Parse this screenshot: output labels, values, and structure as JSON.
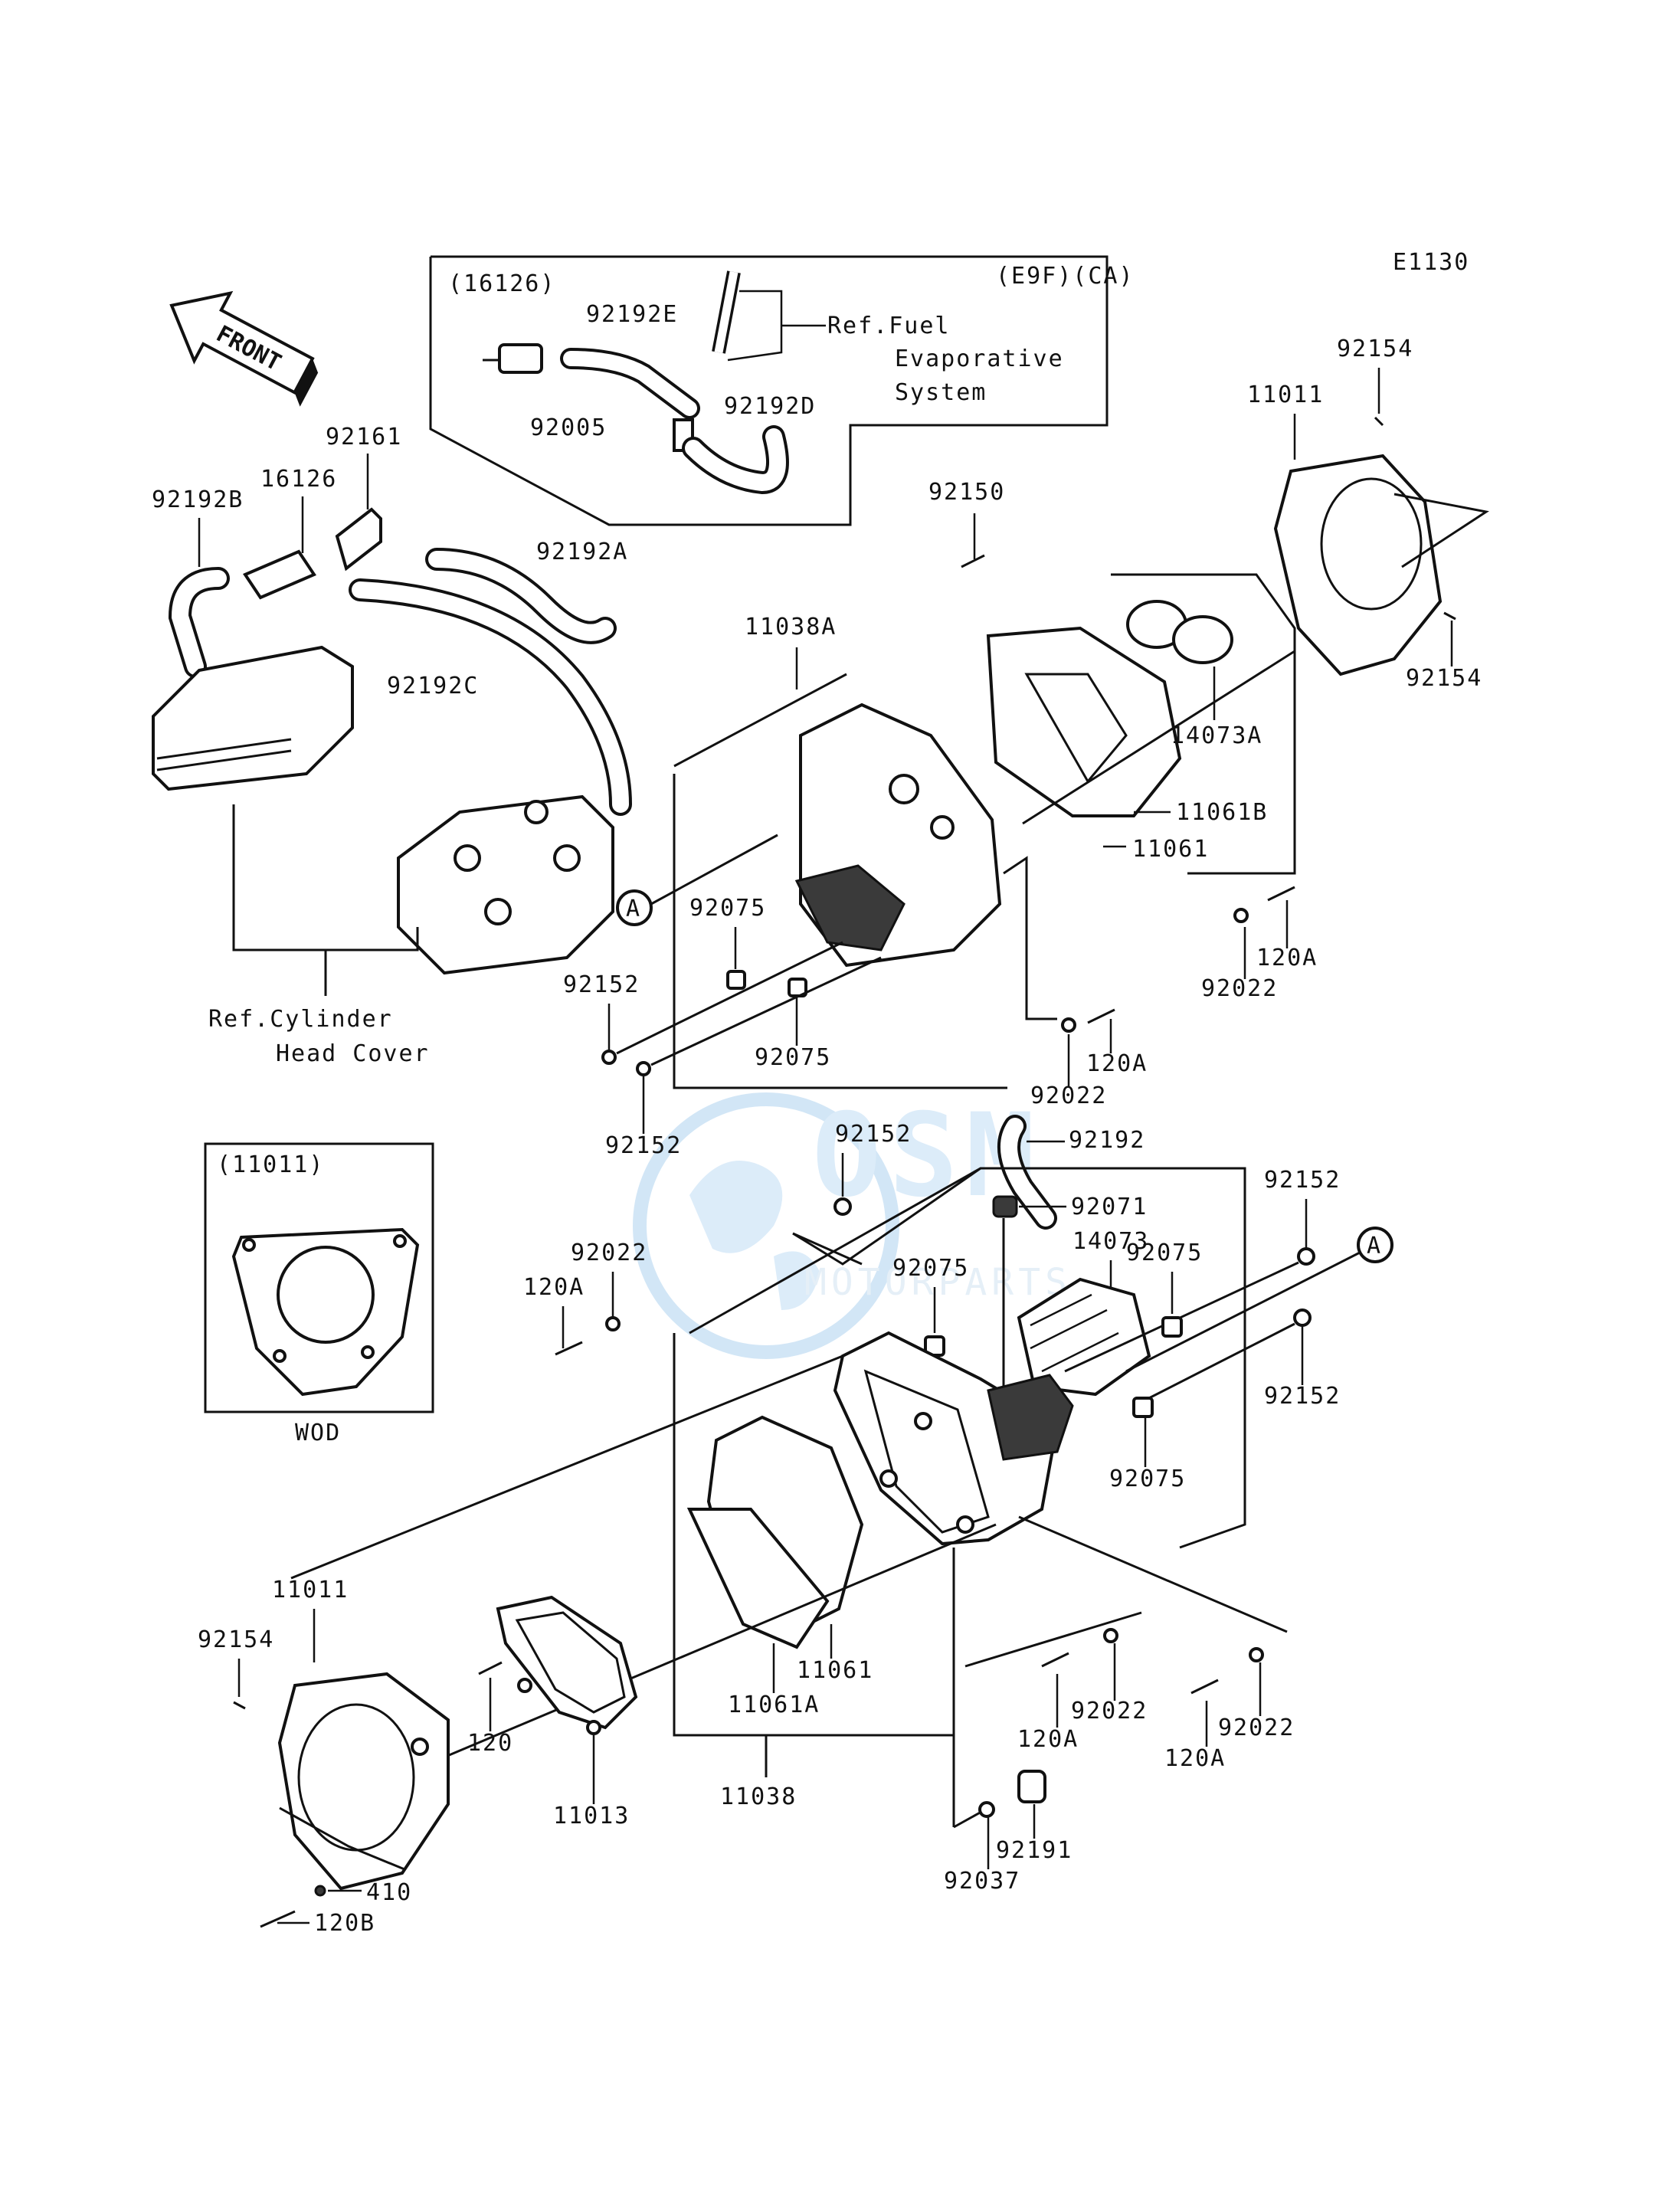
{
  "diagram": {
    "code": "E1130",
    "front_label": "FRONT",
    "inset_top": {
      "variant": "(E9F)(CA)",
      "part_ref": "(16126)",
      "labels": [
        "92192E",
        "92005",
        "92192D"
      ],
      "reference": [
        "Ref.Fuel",
        "Evaporative",
        "System"
      ]
    },
    "inset_left": {
      "part_ref": "(11011)",
      "variant": "WOD"
    },
    "cylinder_ref": [
      "Ref.Cylinder",
      "Head Cover"
    ],
    "parts": {
      "p92161": "92161",
      "p16126": "16126",
      "p92192B": "92192B",
      "p92192A": "92192A",
      "p92192C": "92192C",
      "p92150": "92150",
      "p11038A": "11038A",
      "p11011_top": "11011",
      "p92154_top1": "92154",
      "p92154_top2": "92154",
      "p14073A": "14073A",
      "p11061B": "11061B",
      "p11061_top": "11061",
      "p120A_1": "120A",
      "p92022_1": "92022",
      "p92075_1": "92075",
      "p92152_1": "92152",
      "p92075_2": "92075",
      "p120A_2": "120A",
      "p92022_2": "92022",
      "p92152_2": "92152",
      "p92192": "92192",
      "p92152_3": "92152",
      "p92071": "92071",
      "p14073": "14073",
      "p92152_4": "92152",
      "p92022_3": "92022",
      "p120A_3": "120A",
      "p92075_3": "92075",
      "p92075_4": "92075",
      "p92152_5": "92152",
      "p92075_5": "92075",
      "p11011_bottom": "11011",
      "p92154_bottom": "92154",
      "p120": "120",
      "p11061_bottom": "11061",
      "p11061A": "11061A",
      "p92022_4": "92022",
      "p120A_4": "120A",
      "p92022_5": "92022",
      "p120A_5": "120A",
      "p11013": "11013",
      "p11038": "11038",
      "p92191": "92191",
      "p92037": "92037",
      "p410": "410",
      "p120B": "120B"
    },
    "marker_a": "A",
    "watermark": [
      "MOTORPARTS"
    ]
  }
}
